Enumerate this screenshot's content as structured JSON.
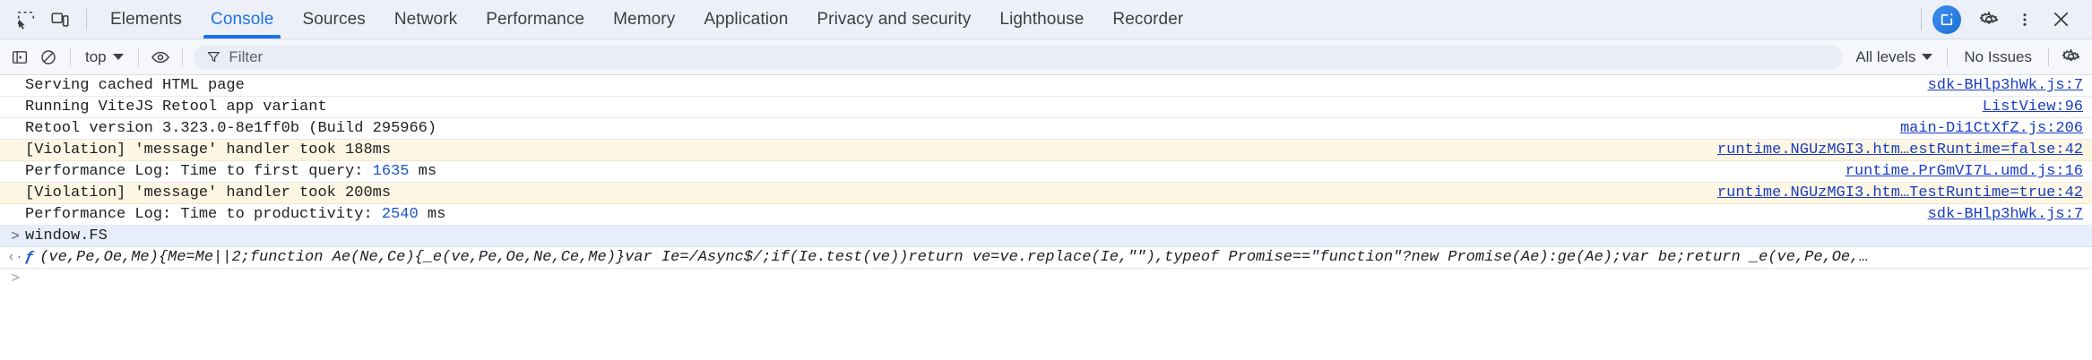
{
  "devtools": {
    "left_icons": [
      {
        "name": "inspect-element-icon",
        "label": "Inspect element"
      },
      {
        "name": "device-toolbar-icon",
        "label": "Toggle device toolbar"
      }
    ],
    "tabs": [
      {
        "label": "Elements",
        "active": false
      },
      {
        "label": "Console",
        "active": true
      },
      {
        "label": "Sources",
        "active": false
      },
      {
        "label": "Network",
        "active": false
      },
      {
        "label": "Performance",
        "active": false
      },
      {
        "label": "Memory",
        "active": false
      },
      {
        "label": "Application",
        "active": false
      },
      {
        "label": "Privacy and security",
        "active": false
      },
      {
        "label": "Lighthouse",
        "active": false
      },
      {
        "label": "Recorder",
        "active": false
      }
    ],
    "right_icons": [
      {
        "name": "gemini-ai-icon",
        "label": "Ask AI"
      },
      {
        "name": "gear-icon",
        "label": "Settings"
      },
      {
        "name": "kebab-menu-icon",
        "label": "Customize and control DevTools"
      },
      {
        "name": "close-icon",
        "label": "Close DevTools"
      }
    ],
    "accent_color": "#1a73e8",
    "tabbar_bg": "#edf0f8"
  },
  "console_toolbar": {
    "sidebar_toggle": "console-sidebar-icon",
    "clear_console": "clear-console-icon",
    "context_selector": "top",
    "eye_icon": "live-expression-icon",
    "filter_placeholder": "Filter",
    "filter_value": "",
    "log_levels": "All levels",
    "issues": "No Issues",
    "settings_icon": "gear-icon"
  },
  "console_messages": [
    {
      "text": "Serving cached HTML page",
      "source": "sdk-BHlp3hWk.js:7",
      "level": "log"
    },
    {
      "text": "Running ViteJS Retool app variant",
      "source": "ListView:96",
      "level": "log"
    },
    {
      "text": "Retool version 3.323.0-8e1ff0b (Build 295966)",
      "source": "main-Di1CtXfZ.js:206",
      "level": "log"
    },
    {
      "text": "[Violation] 'message' handler took 188ms",
      "source": "runtime.NGUzMGI3.htm…estRuntime=false:42",
      "level": "violation"
    },
    {
      "text_pre": "Performance Log: Time to first query: ",
      "number": "1635",
      "text_post": " ms",
      "source": "runtime.PrGmVI7L.umd.js:16",
      "level": "log"
    },
    {
      "text": "[Violation] 'message' handler took 200ms",
      "source": "runtime.NGUzMGI3.htm…TestRuntime=true:42",
      "level": "violation"
    },
    {
      "text_pre": "Performance Log: Time to productivity: ",
      "number": "2540",
      "text_post": " ms",
      "source": "sdk-BHlp3hWk.js:7",
      "level": "log"
    }
  ],
  "console_input": {
    "prompt_glyph": ">",
    "expression": "window.FS"
  },
  "console_result": {
    "result_glyph": "‹·",
    "fn_keyword": "ƒ",
    "value": "(ve,Pe,Oe,Me){Me=Me||2;function Ae(Ne,Ce){_e(ve,Pe,Oe,Ne,Ce,Me)}var Ie=/Async$/;if(Ie.test(ve))return ve=ve.replace(Ie,\"\"),typeof Promise==\"function\"?new Promise(Ae):ge(Ae);var be;return _e(ve,Pe,Oe,…"
  },
  "console_prompt": {
    "glyph": ">"
  }
}
